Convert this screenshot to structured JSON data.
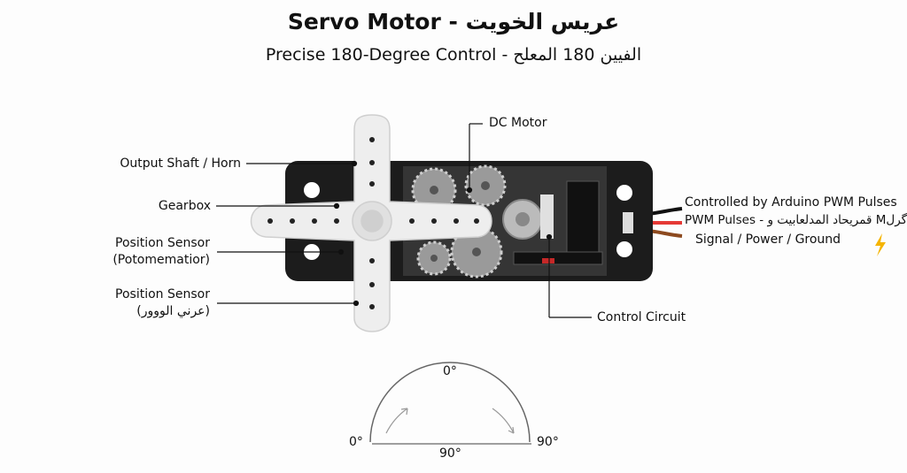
{
  "title": "Servo Motor - عريس الخويت",
  "subtitle": "Precise 180-Degree Control - الفيين 180 المعلح",
  "labels": {
    "output_shaft": "Output Shaft / Horn",
    "gearbox": "Gearbox",
    "position_sensor_1": "Position Sensor",
    "position_sensor_1_sub": "(Potomematior)",
    "position_sensor_2": "Position Sensor",
    "position_sensor_2_sub": "(عرني الووور)",
    "dc_motor": "DC Motor",
    "control_circuit": "Control Circuit",
    "wires_line1": "Controlled by Arduino PWM Pulses",
    "wires_line2": "PWM Pulses - قمريحاد المدلعابيت و Mگرل",
    "wires_line3": "Signal / Power / Ground"
  },
  "angle": {
    "top": "0°",
    "left": "0°",
    "right": "90°",
    "bottom": "90°"
  },
  "colors": {
    "body": "#1a1a1a",
    "wire_signal": "#111111",
    "wire_power": "#e53935",
    "wire_ground": "#8d4a1f",
    "bolt": "#f5b400"
  }
}
